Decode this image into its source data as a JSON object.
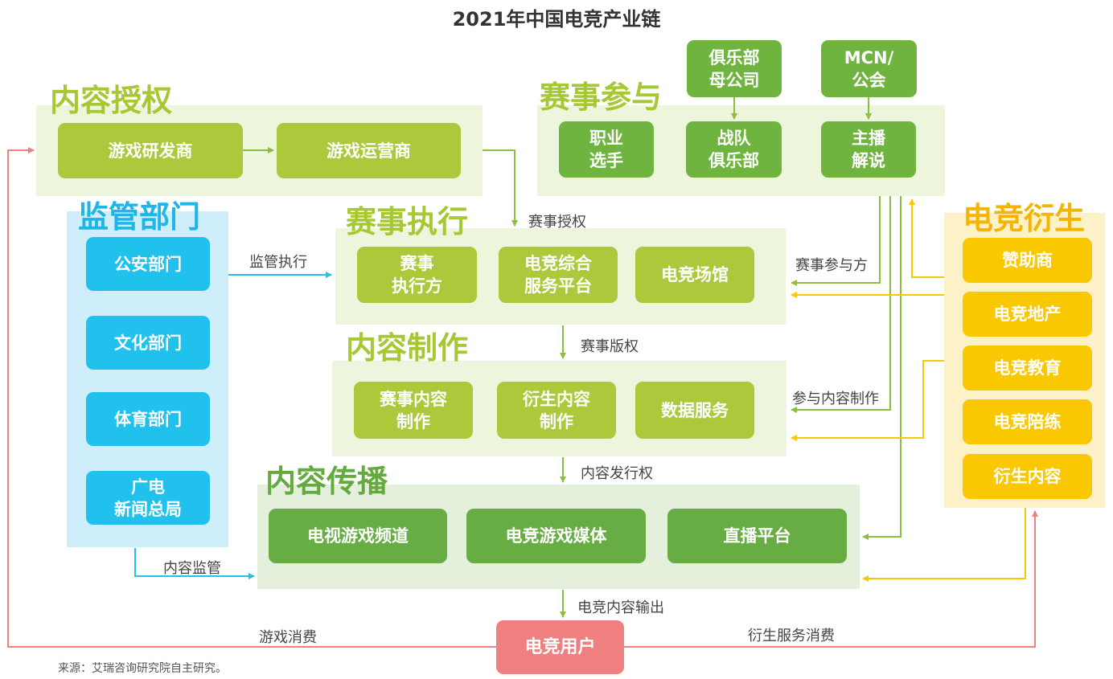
{
  "title": "2021年中国电竞产业链",
  "sections": {
    "content_license": "内容授权",
    "event_participation": "赛事参与",
    "regulation": "监管部门",
    "event_execution": "赛事执行",
    "content_production": "内容制作",
    "content_distribution": "内容传播",
    "derivatives": "电竞衍生"
  },
  "boxes": {
    "game_developer": "游戏研发商",
    "game_operator": "游戏运营商",
    "club_parent": "俱乐部\n母公司",
    "mcn": "MCN/\n公会",
    "pro_player": "职业\n选手",
    "team_club": "战队\n俱乐部",
    "streamer": "主播\n解说",
    "police": "公安部门",
    "culture": "文化部门",
    "sports": "体育部门",
    "sarft": "广电\n新闻总局",
    "event_executor": "赛事\n执行方",
    "service_platform": "电竞综合\n服务平台",
    "venue": "电竞场馆",
    "event_content": "赛事内容\n制作",
    "derivative_content_prod": "衍生内容\n制作",
    "data_service": "数据服务",
    "tv_channel": "电视游戏频道",
    "media": "电竞游戏媒体",
    "live_platform": "直播平台",
    "sponsor": "赞助商",
    "real_estate": "电竞地产",
    "education": "电竞教育",
    "training": "电竞陪练",
    "derivative_content": "衍生内容",
    "users": "电竞用户"
  },
  "labels": {
    "event_license": "赛事授权",
    "reg_exec": "监管执行",
    "event_copyright": "赛事版权",
    "distribution_right": "内容发行权",
    "content_reg": "内容监管",
    "content_output": "电竞内容输出",
    "event_participant": "赛事参与方",
    "participate_content": "参与内容制作",
    "game_consumption": "游戏消费",
    "derivative_consumption": "衍生服务消费"
  },
  "source": "来源：艾瑞咨询研究院自主研究。",
  "colors": {
    "lime": "#abc93a",
    "green": "#6fb43f",
    "blue": "#21c1ee",
    "yellow": "#f9c800",
    "pink": "#f08080"
  }
}
